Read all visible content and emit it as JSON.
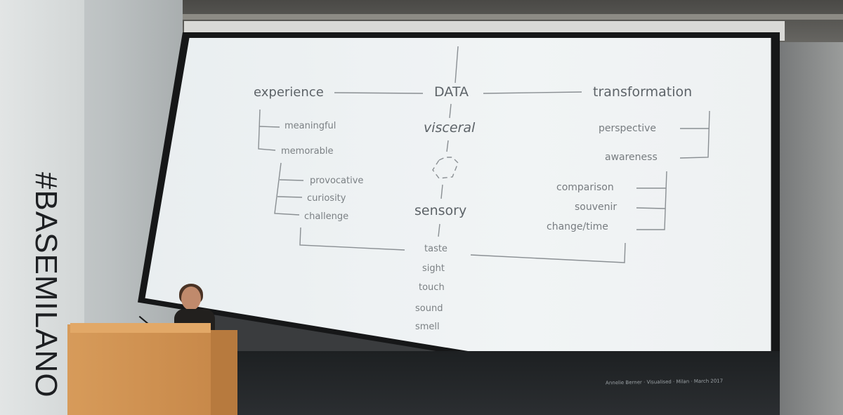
{
  "signage": {
    "hashtag": "#BASEMILANO"
  },
  "slide": {
    "center": {
      "data": "DATA",
      "visceral": "visceral",
      "sensory": "sensory",
      "senses": [
        "taste",
        "sight",
        "touch",
        "sound",
        "smell"
      ]
    },
    "left": {
      "heading": "experience",
      "level1": [
        "meaningful",
        "memorable"
      ],
      "level2": [
        "provocative",
        "curiosity",
        "challenge"
      ]
    },
    "right": {
      "heading": "transformation",
      "level1": [
        "perspective",
        "awareness"
      ],
      "level2": [
        "comparison",
        "souvenir",
        "change/time"
      ]
    },
    "footer": "Annelie Berner · Visualised · Milan · March 2017"
  }
}
